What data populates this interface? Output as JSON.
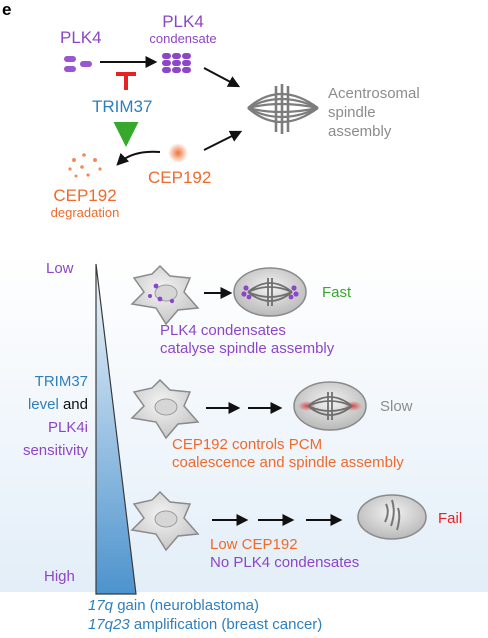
{
  "panel_label": "e",
  "top": {
    "plk4": "PLK4",
    "plk4_condensate_line1": "PLK4",
    "plk4_condensate_line2": "condensate",
    "trim37": "TRIM37",
    "cep192": "CEP192",
    "cep192_degradation_line1": "CEP192",
    "cep192_degradation_line2": "degradation",
    "spindle_line1": "Acentrosomal",
    "spindle_line2": "spindle",
    "spindle_line3": "assembly"
  },
  "gradient": {
    "low": "Low",
    "high": "High",
    "ylabel_line1": "TRIM37",
    "ylabel_line2_level": "level",
    "ylabel_line2_and": " and",
    "ylabel_line3": "PLK4i",
    "ylabel_line4": "sensitivity"
  },
  "rows": [
    {
      "outcome": "Fast",
      "caption_line1": "PLK4 condensates",
      "caption_line2": "catalyse spindle assembly"
    },
    {
      "outcome": "Slow",
      "caption_line1": "CEP192 controls PCM",
      "caption_line2": "coalescence and spindle assembly"
    },
    {
      "outcome": "Fail",
      "caption_line1": "Low CEP192",
      "caption_line2": "No PLK4 condensates"
    }
  ],
  "footer": {
    "line1_italic": "17q",
    "line1_rest": " gain (neuroblastoma)",
    "line2_italic": "17q23",
    "line2_rest": " amplification (breast cancer)"
  },
  "colors": {
    "plk4_purple": "#8d46c8",
    "trim37_blue": "#2f7fbd",
    "cep192_orange": "#ec6b2d",
    "fast_green": "#36a82c",
    "fail_red": "#e42323",
    "slow_gray": "#8c8c8c"
  }
}
